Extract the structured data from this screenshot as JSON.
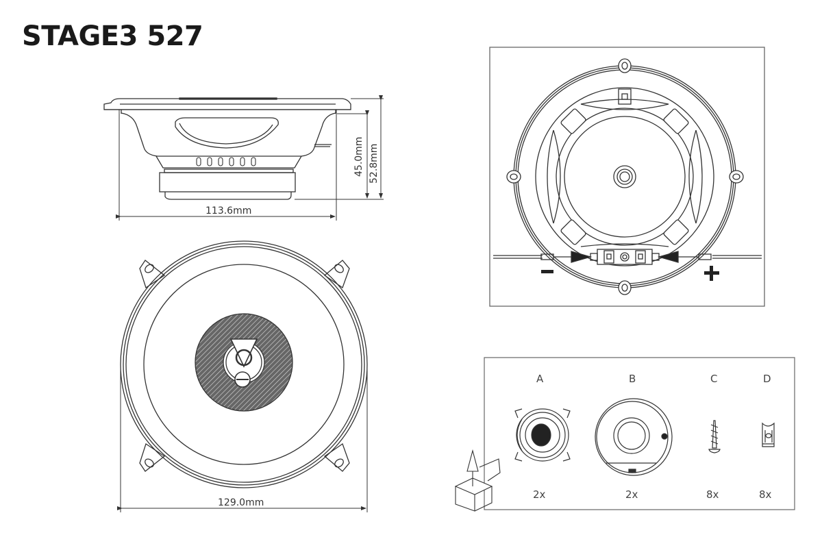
{
  "title": "STAGE3 527",
  "side_view": {
    "width_label": "113.6mm",
    "depth_label": "45.0mm",
    "height_label": "52.8mm"
  },
  "front_view": {
    "width_label": "129.0mm"
  },
  "rear_view": {
    "negative_terminal": "−",
    "positive_terminal": "+"
  },
  "parts": [
    {
      "letter": "A",
      "qty": "2x",
      "item": "speaker"
    },
    {
      "letter": "B",
      "qty": "2x",
      "item": "grille"
    },
    {
      "letter": "C",
      "qty": "8x",
      "item": "screw"
    },
    {
      "letter": "D",
      "qty": "8x",
      "item": "clip-nut"
    }
  ],
  "colors": {
    "line": "#333333",
    "fill_dark": "#333333",
    "background": "#ffffff"
  }
}
